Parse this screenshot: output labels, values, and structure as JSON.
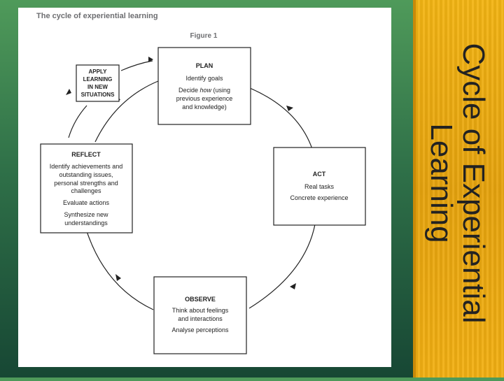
{
  "figure": {
    "heading": "The cycle of experiential learning",
    "caption": "Figure 1"
  },
  "nodes": {
    "plan": {
      "title": "PLAN",
      "lines": [
        "Identify goals",
        "Decide ",
        "how",
        " (using",
        "previous experience",
        "and knowledge)"
      ]
    },
    "act": {
      "title": "ACT",
      "lines": [
        "Real tasks",
        "Concrete experience"
      ]
    },
    "observe": {
      "title": "OBSERVE",
      "lines": [
        "Think about feelings",
        "and interactions",
        "Analyse perceptions"
      ]
    },
    "reflect": {
      "title": "REFLECT",
      "lines": [
        "Identify achievements and",
        "outstanding issues,",
        "personal strengths and",
        "challenges",
        "Evaluate actions",
        "Synthesize new",
        "understandings"
      ]
    },
    "apply": {
      "title_lines": [
        "APPLY",
        "LEARNING",
        "IN NEW",
        "SITUATIONS"
      ]
    }
  },
  "side_title": {
    "line1": "Cycle of Experiential",
    "line2": "Learning"
  },
  "colors": {
    "panel": "#f0ad12",
    "ink": "#222222",
    "heading": "#6d6e71"
  }
}
